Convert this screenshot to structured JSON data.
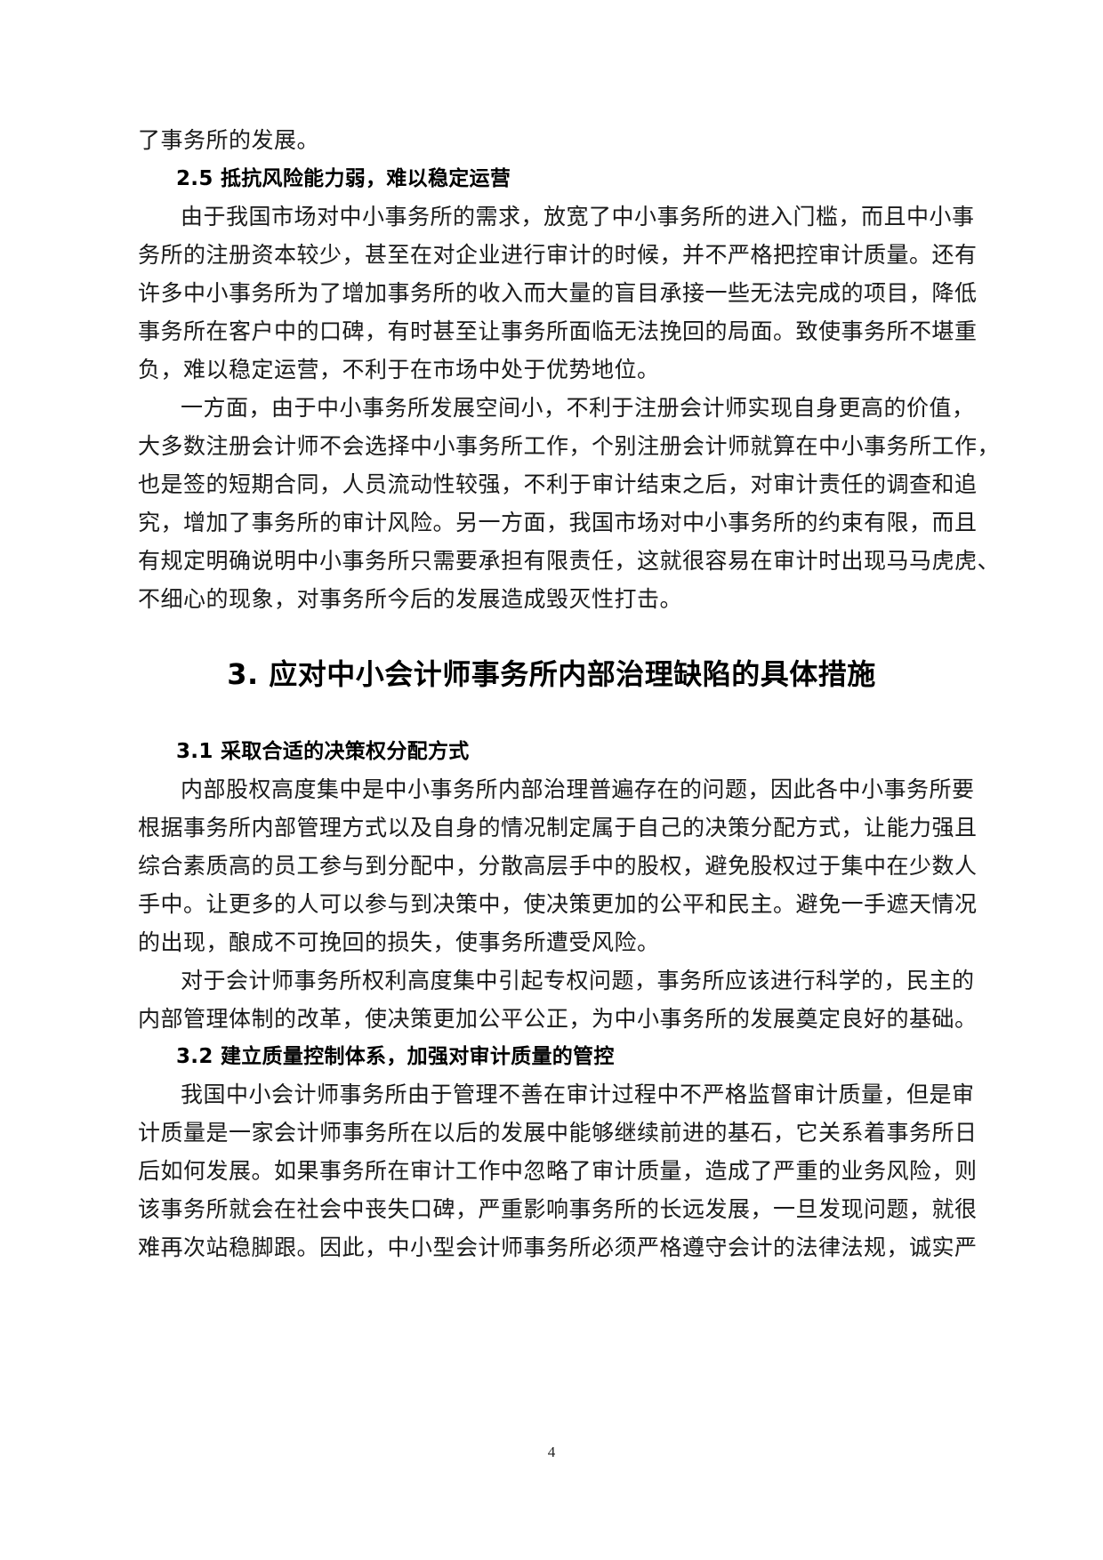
{
  "document": {
    "page_number": "4",
    "intro_line": "了事务所的发展。",
    "section_2_5": {
      "heading": "2.5 抵抗风险能力弱，难以稳定运营",
      "paragraph_1": [
        "由于我国市场对中小事务所的需求，放宽了中小事务所的进入门槛，而且中小事",
        "务所的注册资本较少，甚至在对企业进行审计的时候，并不严格把控审计质量。还有",
        "许多中小事务所为了增加事务所的收入而大量的盲目承接一些无法完成的项目，降低",
        "事务所在客户中的口碑，有时甚至让事务所面临无法挽回的局面。致使事务所不堪重",
        "负，难以稳定运营，不利于在市场中处于优势地位。"
      ],
      "paragraph_2": [
        "一方面，由于中小事务所发展空间小，不利于注册会计师实现自身更高的价值，",
        "大多数注册会计师不会选择中小事务所工作，个别注册会计师就算在中小事务所工作，",
        "也是签的短期合同，人员流动性较强，不利于审计结束之后，对审计责任的调查和追",
        "究，增加了事务所的审计风险。另一方面，我国市场对中小事务所的约束有限，而且",
        "有规定明确说明中小事务所只需要承担有限责任，这就很容易在审计时出现马马虎虎、",
        "不细心的现象，对事务所今后的发展造成毁灭性打击。"
      ]
    },
    "chapter_3": {
      "heading": "3. 应对中小会计师事务所内部治理缺陷的具体措施"
    },
    "section_3_1": {
      "heading": "3.1  采取合适的决策权分配方式",
      "paragraph_1": [
        "内部股权高度集中是中小事务所内部治理普遍存在的问题，因此各中小事务所要",
        "根据事务所内部管理方式以及自身的情况制定属于自己的决策分配方式，让能力强且",
        "综合素质高的员工参与到分配中，分散高层手中的股权，避免股权过于集中在少数人",
        "手中。让更多的人可以参与到决策中，使决策更加的公平和民主。避免一手遮天情况",
        "的出现，酿成不可挽回的损失，使事务所遭受风险。"
      ],
      "paragraph_2": [
        "对于会计师事务所权利高度集中引起专权问题，事务所应该进行科学的，民主的",
        "内部管理体制的改革，使决策更加公平公正，为中小事务所的发展奠定良好的基础。"
      ]
    },
    "section_3_2": {
      "heading": "3.2 建立质量控制体系，加强对审计质量的管控",
      "paragraph_1": [
        "我国中小会计师事务所由于管理不善在审计过程中不严格监督审计质量，但是审",
        "计质量是一家会计师事务所在以后的发展中能够继续前进的基石，它关系着事务所日",
        "后如何发展。如果事务所在审计工作中忽略了审计质量，造成了严重的业务风险，则",
        "该事务所就会在社会中丧失口碑，严重影响事务所的长远发展，一旦发现问题，就很",
        "难再次站稳脚跟。因此，中小型会计师事务所必须严格遵守会计的法律法规，诚实严"
      ]
    }
  }
}
